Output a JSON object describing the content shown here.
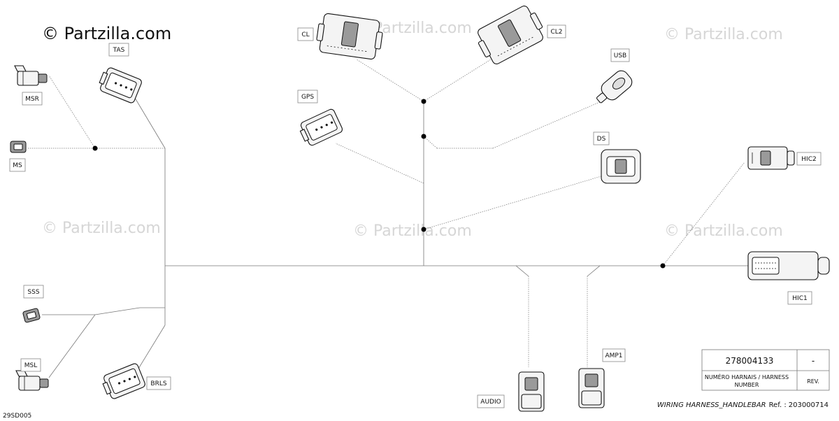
{
  "watermark_main": "© Partzilla.com",
  "watermark_faint": "© Partzilla.com",
  "figure_code": "29SD005",
  "labels": {
    "tas": "TAS",
    "msr": "MSR",
    "ms": "MS",
    "sss": "SSS",
    "msl": "MSL",
    "brls": "BRLS",
    "cl": "CL",
    "cl2": "CL2",
    "gps": "GPS",
    "usb": "USB",
    "ds": "DS",
    "hic2": "HIC2",
    "hic1": "HIC1",
    "amp1": "AMP1",
    "audio": "AUDIO"
  },
  "title_block": {
    "harness_number": "278004133",
    "rev_value": "-",
    "harness_caption_line1": "NUMÉRO HARNAIS / HARNESS",
    "harness_caption_line2": "NUMBER",
    "rev_caption": "REV."
  },
  "drawing_title": "WIRING HARNESS_HANDLEBAR",
  "ref_label": "Ref. :",
  "ref_number": "203000714"
}
